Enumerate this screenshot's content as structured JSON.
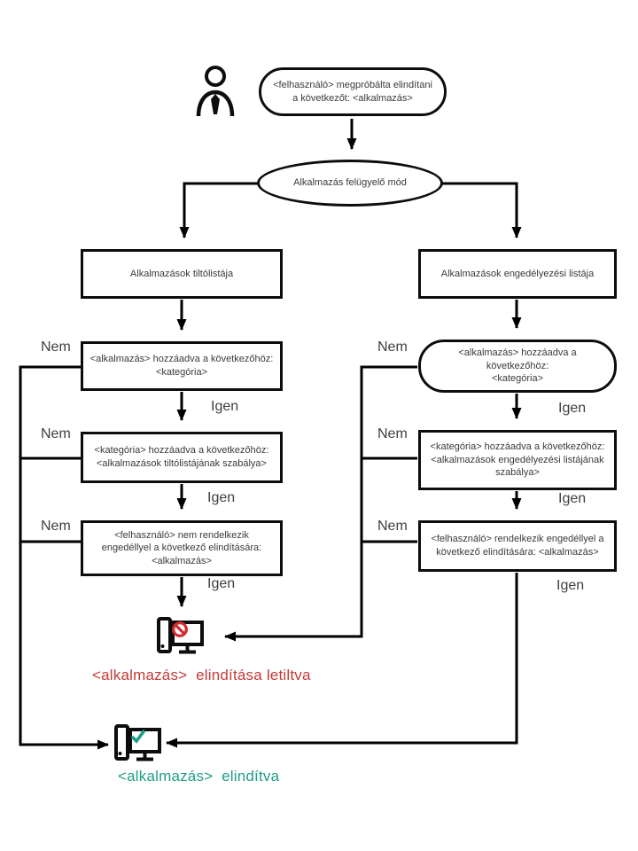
{
  "flow": {
    "start": {
      "text": "<felhasználó> megpróbálta elindítani\na következőt: <alkalmazás>"
    },
    "mode": {
      "text": "Alkalmazás felügyelő mód"
    },
    "deny_branch": {
      "header": "Alkalmazások tiltólistája",
      "step1": "<alkalmazás> hozzáadva a következőhöz:\n<kategória>",
      "step2": "<kategória> hozzáadva a következőhöz:\n<alkalmazások tiltólistájának szabálya>",
      "step3": "<felhasználó> nem rendelkezik\nengedéllyel a következő elindítására:\n<alkalmazás>"
    },
    "allow_branch": {
      "header": "Alkalmazások engedélyezési listája",
      "step1": "<alkalmazás> hozzáadva a következőhöz:\n<kategória>",
      "step2": "<kategória> hozzáadva a következőhöz:\n<alkalmazások engedélyezési listájának\nszabálya>",
      "step3": "<felhasználó> rendelkezik engedéllyel a\nkövetkező elindítására: <alkalmazás>"
    },
    "labels": {
      "yes": "Igen",
      "no": "Nem"
    },
    "outcomes": {
      "blocked": "<alkalmazás>  elindítása letiltva",
      "started": "<alkalmazás>  elindítva"
    },
    "colors": {
      "blocked_text": "#c43a38",
      "blocked_icon": "#d32b2b",
      "started_text": "#1f9d85",
      "started_icon": "#1f9d85",
      "line": "#000000"
    }
  }
}
